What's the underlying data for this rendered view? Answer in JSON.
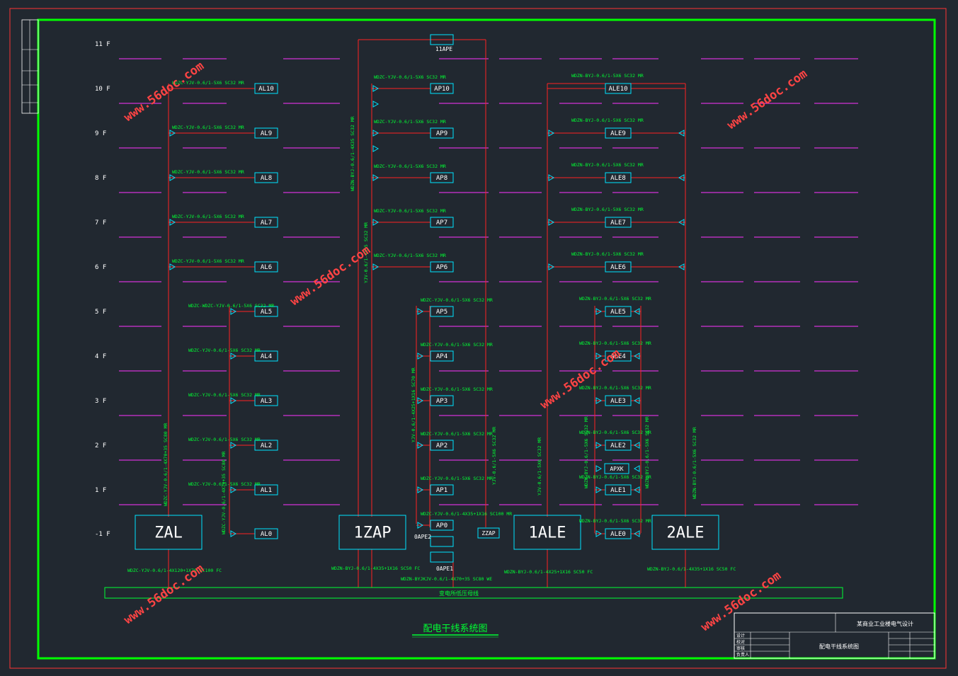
{
  "title": "配电干线系统图",
  "bus_label": "变电所低压母线",
  "floors": [
    "11 F",
    "10 F",
    "9 F",
    "8 F",
    "7 F",
    "6 F",
    "5 F",
    "4 F",
    "3 F",
    "2 F",
    "1 F",
    "-1 F"
  ],
  "main_boxes": [
    "ZAL",
    "1ZAP",
    "1ALE",
    "2ALE"
  ],
  "small_boxes": {
    "al": [
      "AL10",
      "AL9",
      "AL8",
      "AL7",
      "AL6",
      "AL5",
      "AL4",
      "AL3",
      "AL2",
      "AL1",
      "AL0"
    ],
    "ap": [
      "AP10",
      "AP9",
      "AP8",
      "AP7",
      "AP6",
      "AP5",
      "AP4",
      "AP3",
      "AP2",
      "AP1",
      "AP0"
    ],
    "ale": [
      "ALE10",
      "ALE9",
      "ALE8",
      "ALE7",
      "ALE6",
      "ALE5",
      "ALE4",
      "ALE3",
      "ALE2",
      "ALE1",
      "ALE0"
    ],
    "apxk": "APXK",
    "zzap": "ZZAP",
    "apex": [
      "11APE",
      "0APE2",
      "0APE1"
    ]
  },
  "cables": {
    "al": [
      "WDZC-YJV-0.6/1-5X6 SC32 MR",
      "WDZC-YJV-0.6/1-5X6 SC32 MR",
      "WDZC-YJV-0.6/1-5X6 SC32 MR",
      "WDZC-YJV-0.6/1-5X6 SC32 MR",
      "WDZC-YJV-0.6/1-5X6 SC32 MR",
      "WDZC-WDZC-YJV-0.6/1-5X6 SC32 MR",
      "WDZC-YJV-0.6/1-5X6 SC32 MR",
      "WDZC-YJV-0.6/1-5X6 SC32 MR",
      "WDZC-YJV-0.6/1-5X6 SC32 MR",
      "WDZC-YJV-0.6/1-5X6 SC32 MR"
    ],
    "ap": [
      "WDZC-YJV-0.6/1-5X6 SC32 MR",
      "WDZC-YJV-0.6/1-5X6 SC32 MR",
      "WDZC-YJV-0.6/1-5X6 SC32 MR",
      "WDZC-YJV-0.6/1-5X6 SC32 MR",
      "WDZC-YJV-0.6/1-5X6 SC32 MR",
      "WDZC-YJV-0.6/1-5X6 SC32 MR",
      "WDZC-YJV-0.6/1-5X6 SC32 MR",
      "WDZC-YJV-0.6/1-5X6 SC32 MR",
      "WDZC-YJV-0.6/1-5X6 SC32 MR",
      "WDZC-YJV-0.6/1-5X6 SC32 MR",
      "WDZC-YJV-0.6/1-4X35+1X16 SC100 MR"
    ],
    "ale": [
      "WDZN-BYJ-0.6/1-5X6 SC32 MR",
      "WDZN-BYJ-0.6/1-5X6 SC32 MR",
      "WDZN-BYJ-0.6/1-5X6 SC32 MR",
      "WDZN-BYJ-0.6/1-5X6 SC32 MR",
      "WDZN-BYJ-0.6/1-5X6 SC32 MR",
      "WDZN-BYJ-0.6/1-5X6 SC32 MR",
      "WDZN-BYJ-0.6/1-5X6 SC32 MR",
      "WDZN-BYJ-0.6/1-5X6 SC32 MR",
      "WDZN-BYJ-0.6/1-5X6 SC32 MR",
      "WDZN-BYJ-0.6/1-5X6 SC32 MR",
      "WDZN-BYJ-0.6/1-5X6 SC32 MR"
    ],
    "feeders": [
      "WDZC-YJV-0.6/1-4X120+1X70 SC100 FC",
      "WDZN-BYJ-0.6/1-4X35+1X16 SC50 FC",
      "WDZN-BYJKJV-0.6/1-4X70+35 SC80 WE",
      "WDZN-BYJ-0.6/1-4X25+1X16 SC50 FC",
      "WDZN-BYJ-0.6/1-4X35+1X16 SC50 FC"
    ],
    "risers": [
      "WDZC-YJV-0.6/1-4X70+35 SC80 MR",
      "WDZC-YJV-0.6/1-4X70+35 SC80 MR",
      "WDZN-BYJ-0.6/1-4X35 SC32 MR",
      "YJV-0.6/1-4X35 SC32 MR",
      "YJV-0.6/1-4X25+1X16 SC70 MR",
      "YJV-0.6/1-5X6 SC32 MR",
      "YJV-0.6/1-5X6 SC32 MR",
      "WDZN-BYJ-0.6/1-5X6 SC32 MR",
      "WDZN-BYJ-0.6/1-5X6 SC32 MR",
      "WDZN-BYJ-0.6/1-5X6 SC32 MR"
    ]
  },
  "watermark": "www.56doc.com",
  "title_block": {
    "project": "某商业工业楼电气设计",
    "drawing": "配电干线系统图",
    "labels": [
      "设计",
      "校对",
      "审核",
      "负责人"
    ]
  },
  "colors": {
    "background": "#212830",
    "border": "#00ff00",
    "outer_border": "#ff3333",
    "floor_line": "#ff33ff",
    "wire": "#ff2222",
    "box": "#00e5ff",
    "text": "#00ff33",
    "label": "#ffffff",
    "watermark": "#ff4444"
  }
}
